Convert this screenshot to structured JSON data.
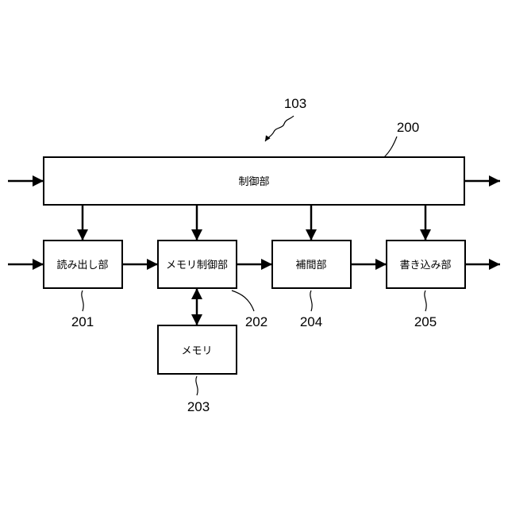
{
  "figure_ref": "103",
  "blocks": {
    "control": {
      "ref": "200",
      "label": "制御部"
    },
    "read": {
      "ref": "201",
      "label": "読み出し部"
    },
    "memory_control": {
      "ref": "202",
      "label": "メモリ制御部"
    },
    "memory": {
      "ref": "203",
      "label": "メモリ"
    },
    "interpolation": {
      "ref": "204",
      "label": "補間部"
    },
    "write": {
      "ref": "205",
      "label": "書き込み部"
    }
  }
}
